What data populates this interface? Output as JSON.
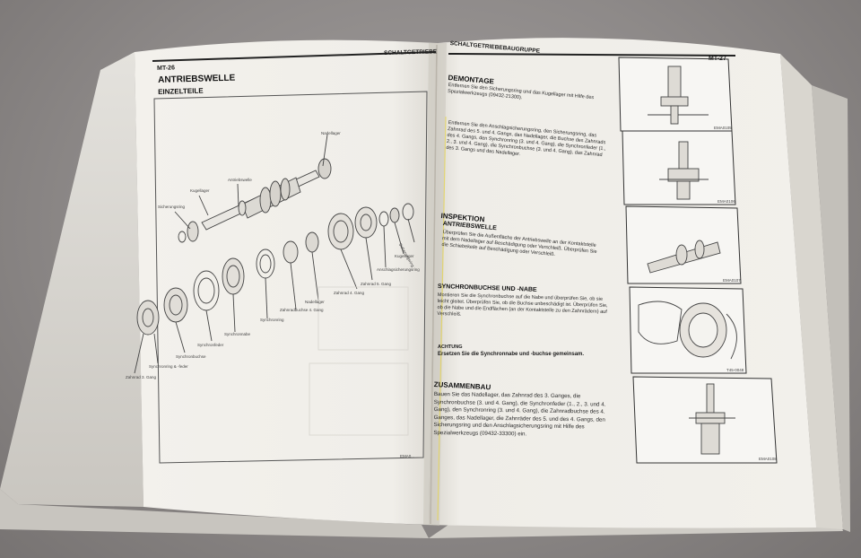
{
  "left_page": {
    "page_number": "MT-26",
    "running_head": "SCHALTGETRIEBE",
    "section_title": "ANTRIEBSWELLE",
    "subsection_title": "EINZELTEILE",
    "figure_code": "EMA0...",
    "parts": [
      "Nadellager",
      "Antriebswelle",
      "Kugellager",
      "Sicherungsring",
      "Sicherungsring",
      "Kugellager",
      "Anschlagsicherungsring",
      "Zahnrad 5. Gang",
      "Zahnrad 4. Gang",
      "Nadellager",
      "Zahnradbuchse 4. Gang",
      "Synchronring",
      "Synchronnabe",
      "Synchronfeder",
      "Synchronbuchse",
      "Synchronring & -feder",
      "Zahnrad 3. Gang"
    ]
  },
  "right_page": {
    "page_number": "MT-27",
    "running_head": "SCHALTGETRIEBEBAUGRUPPE",
    "section_demontage": "DEMONTAGE",
    "demontage_text_1": "Entfernen Sie den Sicherungsring und das Kugellager mit Hilfe des Spezialwerkzeugs (09432-21300).",
    "demontage_text_2": "Entfernen Sie den Anschlagsicherungsring, den Sicherungsring, das Zahnrad des 5. und 4. Gangs, das Nadellager, die Buchse des Zahnrads des 4. Gangs, den Synchronring (3. und 4. Gang), die Synchronfeder (1., 2., 3. und 4. Gang), die Synchronbuchse (3. und 4. Gang), das Zahnrad des 3. Gangs und das Nadellager.",
    "section_inspektion": "INSPEKTION",
    "sub_antriebswelle": "ANTRIEBSWELLE",
    "inspektion_text": "Überprüfen Sie die Außenfläche der Antriebswelle an der Kontaktstelle mit dem Nadellager auf Beschädigung oder Verschleiß. Überprüfen Sie die Schiebekeile auf Beschädigung oder Verschleiß.",
    "sub_synchron": "SYNCHRONBUCHSE UND -NABE",
    "synchron_text": "Montieren Sie die Synchronbuchse auf die Nabe und überprüfen Sie, ob sie leicht gleitet. Überprüfen Sie, ob die Buchse unbeschädigt ist. Überprüfen Sie, ob die Nabe und die Endflächen (an der Kontaktstelle zu den Zahnrädern) auf Verschleiß.",
    "notice_label": "ACHTUNG",
    "notice_text": "Ersetzen Sie die Synchronnabe und -buchse gemeinsam.",
    "section_zusammenbau": "ZUSAMMENBAU",
    "zusammenbau_text": "Bauen Sie das Nadellager, das Zahnrad des 3. Ganges, die Synchronbuchse (3. und 4. Gang), die Synchronfeder (1., 2., 3. und 4. Gang), den Synchronring (3. und 4. Gang), die Zahnradbuchse des 4. Ganges, das Nadellager, die Zahnräder des 5. und des 4. Gangs, den Sicherungsring und den Anschlagsicherungsring mit Hilfe des Spezialwerkzeugs (09432-33300) ein.",
    "figure_codes": [
      "EMA0105",
      "EMA0106",
      "EMA0107",
      "T45-0048",
      "EMA0108"
    ]
  }
}
